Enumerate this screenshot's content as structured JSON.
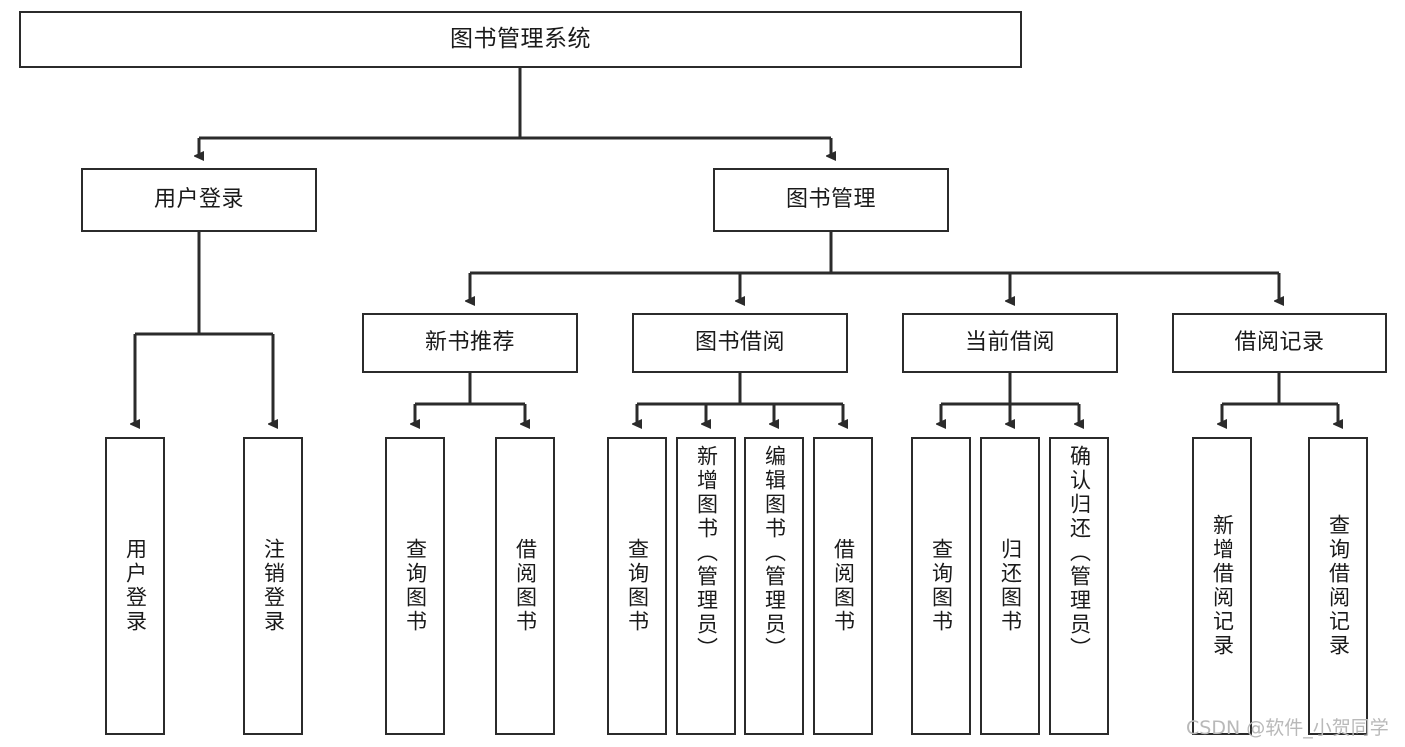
{
  "diagram": {
    "title": "图书管理系统",
    "type": "tree-functional-structure",
    "watermark": "CSDN @软件_小贺同学",
    "colors": {
      "background": "#ffffff",
      "box_border": "#2b2b2b",
      "box_fill": "#ffffff",
      "text": "#1a1a1a",
      "connector": "#2b2b2b",
      "watermark": "#b9b9b9"
    },
    "root": {
      "label": "图书管理系统"
    },
    "level2": [
      {
        "label": "用户登录"
      },
      {
        "label": "图书管理"
      }
    ],
    "level3": [
      {
        "label": "新书推荐"
      },
      {
        "label": "图书借阅"
      },
      {
        "label": "当前借阅"
      },
      {
        "label": "借阅记录"
      }
    ],
    "leaves": {
      "user_login": [
        {
          "label": "用户登录"
        },
        {
          "label": "注销登录"
        }
      ],
      "new_book_recommend": [
        {
          "label": "查询图书"
        },
        {
          "label": "借阅图书"
        }
      ],
      "book_borrow": [
        {
          "label": "查询图书"
        },
        {
          "label": "新增图书（管理员）"
        },
        {
          "label": "编辑图书（管理员）"
        },
        {
          "label": "借阅图书"
        }
      ],
      "current_borrow": [
        {
          "label": "查询图书"
        },
        {
          "label": "归还图书"
        },
        {
          "label": "确认归还（管理员）"
        }
      ],
      "borrow_record": [
        {
          "label": "新增借阅记录"
        },
        {
          "label": "查询借阅记录"
        }
      ]
    }
  }
}
